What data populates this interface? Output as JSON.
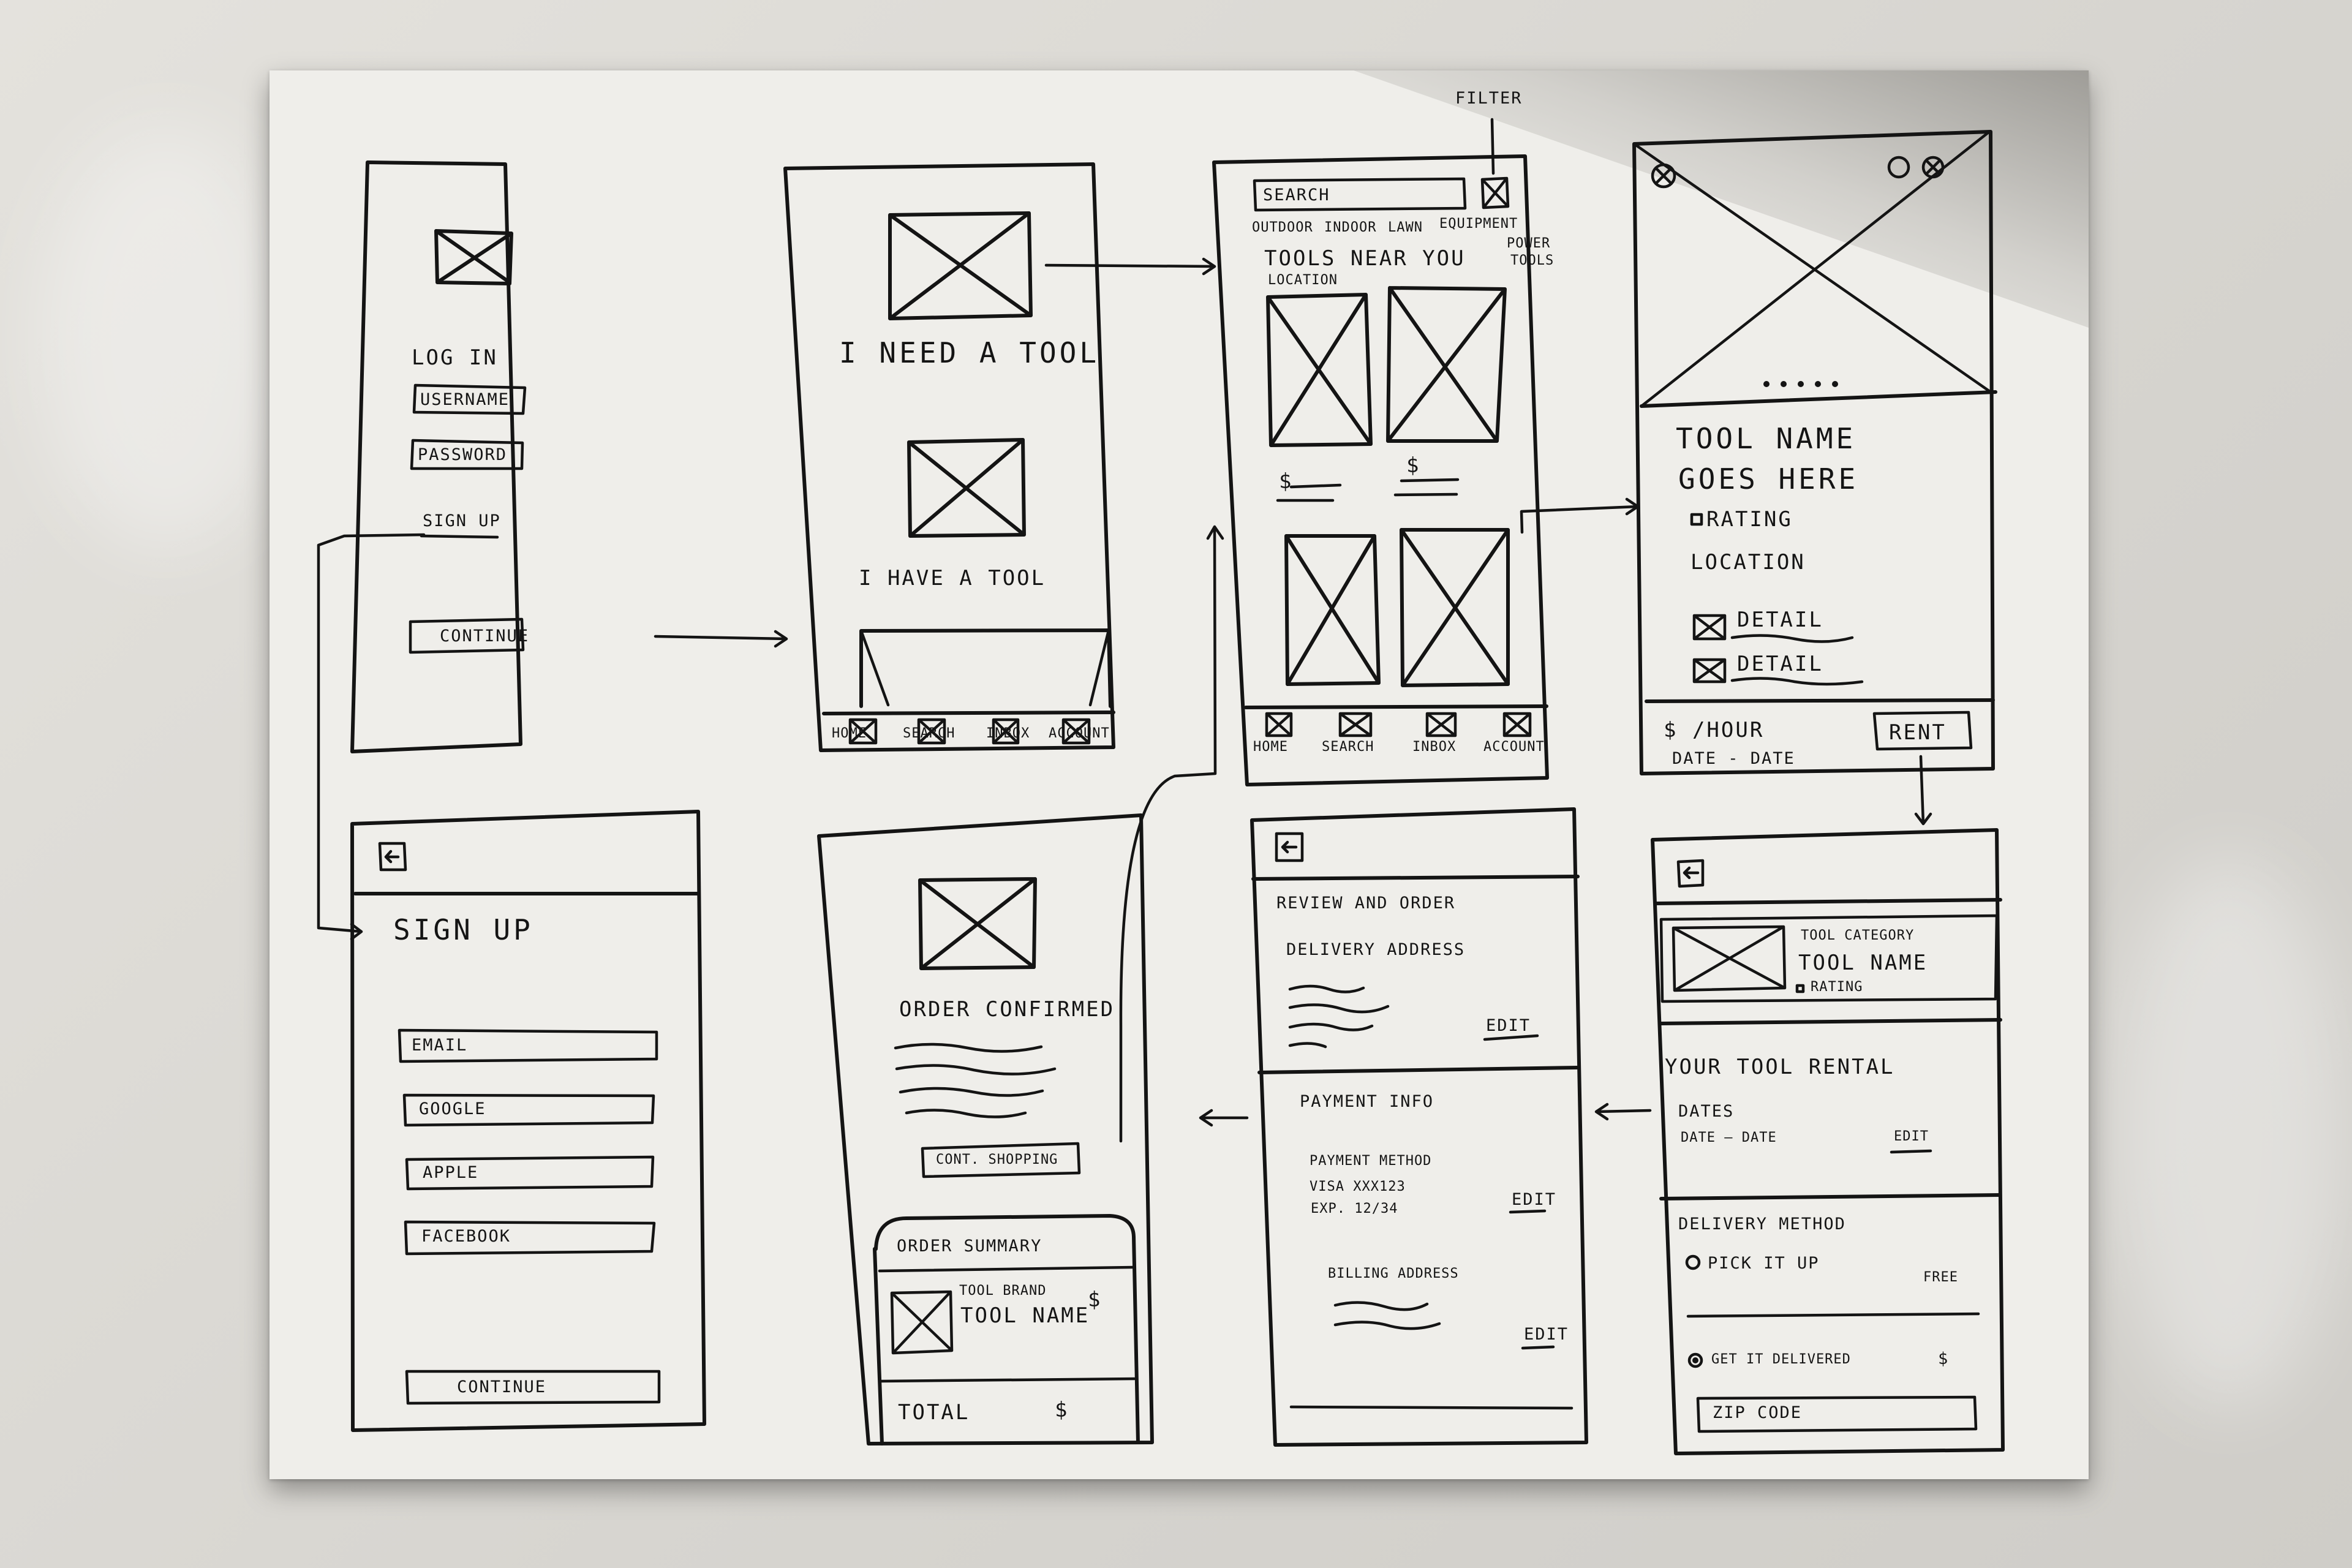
{
  "annotations": {
    "filter": "FILTER"
  },
  "login": {
    "title": "LOG IN",
    "username": "USERNAME",
    "password": "PASSWORD",
    "sign_up": "SIGN UP",
    "continue": "CONTINUE"
  },
  "home": {
    "need_tool": "I NEED A TOOL",
    "have_tool": "I HAVE A TOOL",
    "nav": [
      "HOME",
      "SEARCH",
      "INBOX",
      "ACCOUNT"
    ]
  },
  "search": {
    "search": "SEARCH",
    "categories": [
      "OUTDOOR",
      "INDOOR",
      "LAWN",
      "EQUIPMENT"
    ],
    "power_tools": [
      "POWER",
      "TOOLS"
    ],
    "tools_near": "TOOLS NEAR YOU",
    "location": "LOCATION",
    "price": "$",
    "nav": [
      "HOME",
      "SEARCH",
      "INBOX",
      "ACCOUNT"
    ]
  },
  "tool_detail": {
    "name_line1": "TOOL NAME",
    "name_line2": "GOES HERE",
    "rating": "RATING",
    "location": "LOCATION",
    "detail": "DETAIL",
    "price": "$ /HOUR",
    "dates": "DATE - DATE",
    "rent": "RENT"
  },
  "signup": {
    "title": "SIGN UP",
    "fields": [
      "EMAIL",
      "GOOGLE",
      "APPLE",
      "FACEBOOK"
    ],
    "continue": "CONTINUE"
  },
  "confirmation": {
    "title": "ORDER CONFIRMED",
    "cont_shopping": "CONT. SHOPPING",
    "summary": "ORDER SUMMARY",
    "tool_brand": "TOOL BRAND",
    "tool_name": "TOOL NAME",
    "price": "$",
    "total": "TOTAL",
    "total_price": "$"
  },
  "review": {
    "title": "REVIEW AND ORDER",
    "delivery_address": "DELIVERY ADDRESS",
    "edit": "EDIT",
    "payment_info": "PAYMENT INFO",
    "payment_method": "PAYMENT METHOD",
    "card": "VISA XXX123",
    "exp": "EXP. 12/34",
    "billing_address": "BILLING ADDRESS"
  },
  "rental": {
    "category": "TOOL CATEGORY",
    "tool_name": "TOOL NAME",
    "rating": "RATING",
    "your_rental": "YOUR TOOL RENTAL",
    "dates": "DATES",
    "date_range": "DATE — DATE",
    "edit": "EDIT",
    "delivery_method": "DELIVERY METHOD",
    "pick_up": "PICK IT UP",
    "free": "FREE",
    "delivered": "GET IT DELIVERED",
    "delivered_price": "$",
    "zip": "ZIP CODE"
  }
}
